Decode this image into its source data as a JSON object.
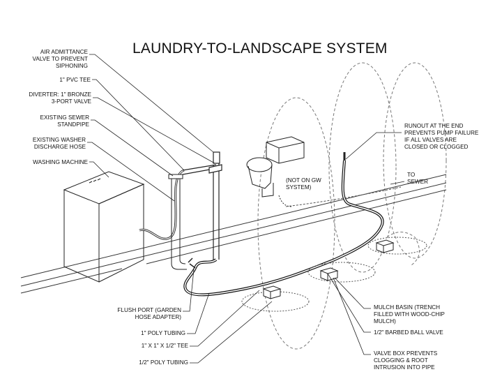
{
  "title": "LAUNDRY-TO-LANDSCAPE SYSTEM",
  "labels": {
    "air_admittance": "AIR ADMITTANCE\nVALVE TO PREVENT\nSIPHONING",
    "pvc_tee": "1\" PVC TEE",
    "diverter": "DIVERTER: 1\" BRONZE\n3-PORT VALVE",
    "sewer_standpipe": "EXISTING SEWER\nSTANDPIPE",
    "discharge_hose": "EXISTING WASHER\nDISCHARGE HOSE",
    "washing_machine": "WASHING MACHINE",
    "not_on_gw": "(NOT ON GW\nSYSTEM)",
    "runout": "RUNOUT AT THE END\nPREVENTS PUMP FAILURE\nIF ALL VALVES ARE\nCLOSED OR CLOGGED",
    "to_sewer": "TO\nSEWER",
    "flush_port": "FLUSH PORT (GARDEN\nHOSE ADAPTER)",
    "poly_tubing_1": "1\" POLY TUBING",
    "tee_reducer": "1\" X 1\" X 1/2\" TEE",
    "poly_tubing_half": "1/2\" POLY TUBING",
    "mulch_basin": "MULCH BASIN (TRENCH\nFILLED WITH WOOD-CHIP\nMULCH)",
    "ball_valve": "1/2\" BARBED BALL VALVE",
    "valve_box": "VALVE BOX PREVENTS\nCLOGGING & ROOT\nINTRUSION INTO PIPE"
  }
}
